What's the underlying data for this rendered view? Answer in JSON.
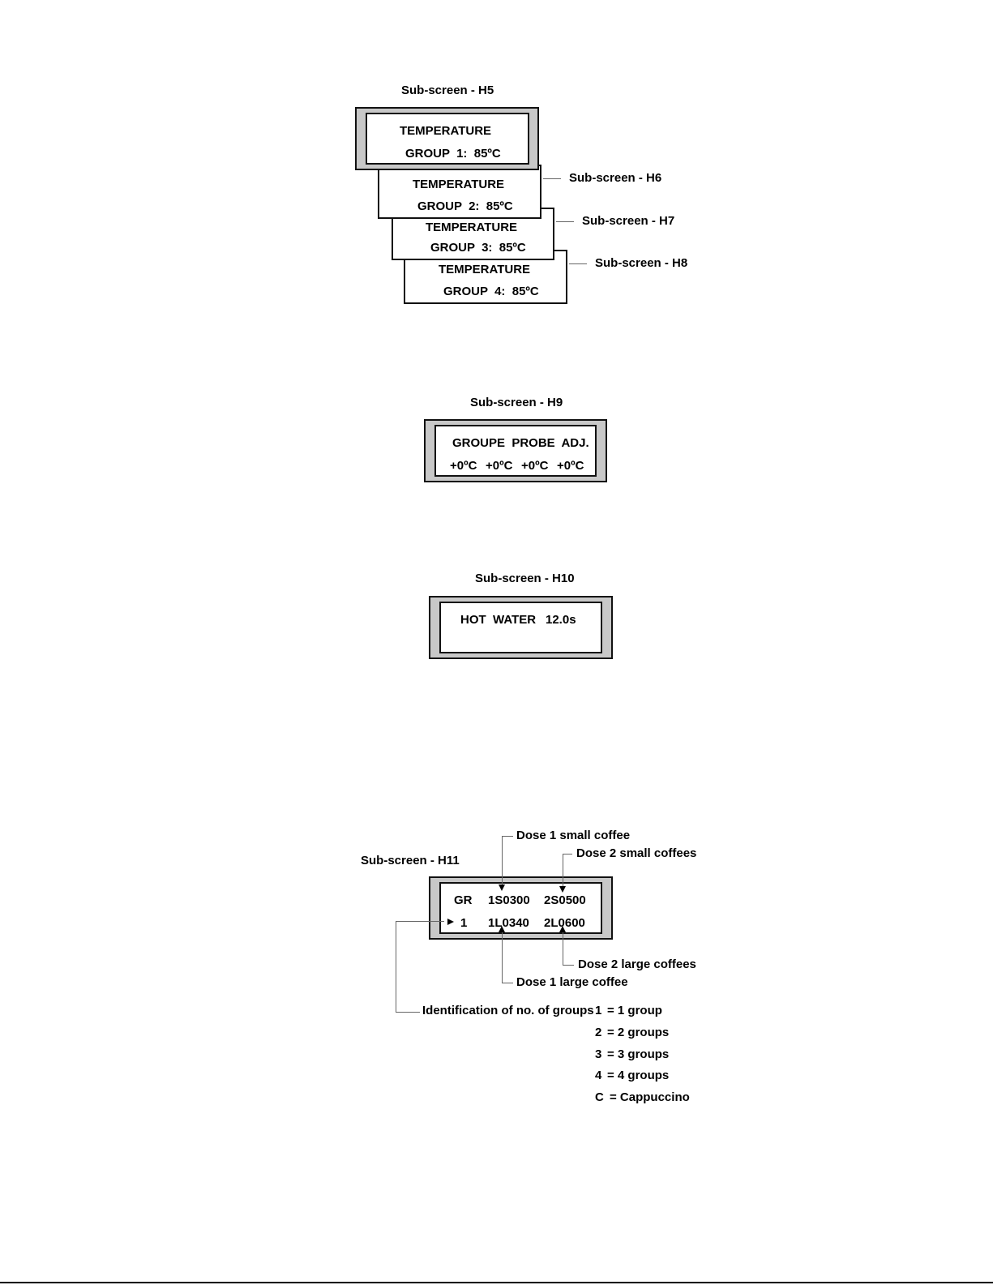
{
  "h5": {
    "caption": "Sub-screen - H5",
    "line1": "TEMPERATURE",
    "line2": "GROUP  1:  85ºC"
  },
  "h6": {
    "caption": "Sub-screen - H6",
    "line1": "TEMPERATURE",
    "line2": "GROUP  2:  85ºC"
  },
  "h7": {
    "caption": "Sub-screen - H7",
    "line1": "TEMPERATURE",
    "line2": "GROUP  3:  85ºC"
  },
  "h8": {
    "caption": "Sub-screen - H8",
    "line1": "TEMPERATURE",
    "line2": "GROUP  4:  85ºC"
  },
  "h9": {
    "caption": "Sub-screen - H9",
    "line1": "GROUPE  PROBE  ADJ.",
    "values": [
      "+0ºC",
      "+0ºC",
      "+0ºC",
      "+0ºC"
    ]
  },
  "h10": {
    "caption": "Sub-screen - H10",
    "label": "HOT  WATER",
    "value": "12.0s"
  },
  "h11": {
    "caption": "Sub-screen - H11",
    "header": "GR",
    "group": "1",
    "small1": "1S0300",
    "small2": "2S0500",
    "large1": "1L0340",
    "large2": "2L0600",
    "annotations": {
      "dose_1_small": "Dose 1 small coffee",
      "dose_2_small": "Dose 2 small coffees",
      "dose_2_large": "Dose 2 large coffees",
      "dose_1_large": "Dose 1 large coffee",
      "groups_id": "Identification of no. of groups"
    },
    "legend": [
      {
        "key": "1",
        "text": "= 1 group"
      },
      {
        "key": "2",
        "text": "= 2 groups"
      },
      {
        "key": "3",
        "text": "= 3 groups"
      },
      {
        "key": "4",
        "text": "= 4 groups"
      },
      {
        "key": "C",
        "text": "= Cappuccino"
      }
    ]
  }
}
